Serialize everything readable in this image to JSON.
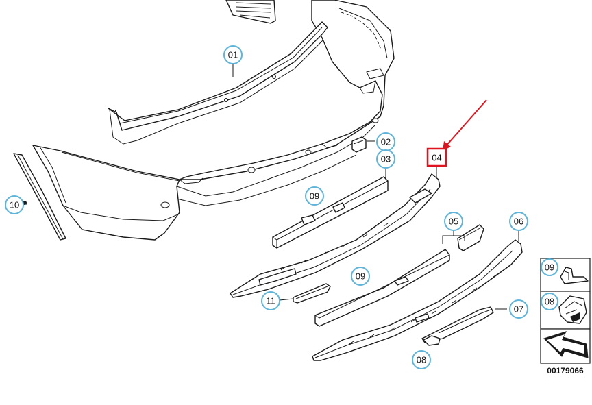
{
  "callouts": {
    "c01": "01",
    "c02": "02",
    "c03": "03",
    "c04": "04",
    "c05": "05",
    "c06": "06",
    "c07": "07",
    "c08": "08",
    "c09a": "09",
    "c09b": "09",
    "c10": "10",
    "c11": "11"
  },
  "legend": {
    "item_top": "09",
    "item_bottom": "08"
  },
  "document_number": "00179066",
  "highlight": {
    "target": "04",
    "box_color": "#e0141e",
    "arrow_color": "#e0141e"
  },
  "callout_ring_color": "#5fb4da"
}
